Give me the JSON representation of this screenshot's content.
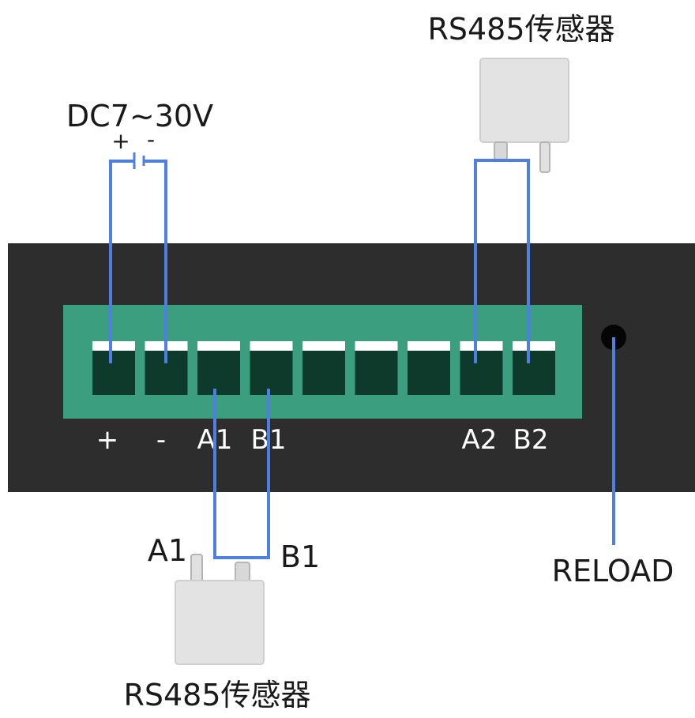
{
  "power": {
    "label": "DC7~30V",
    "plus": "+",
    "minus": "-"
  },
  "sensor_top": {
    "label": "RS485传感器"
  },
  "sensor_bottom": {
    "label": "RS485传感器",
    "pin_a": "A1",
    "pin_b": "B1"
  },
  "terminals": {
    "labels": [
      "+",
      "-",
      "A1",
      "B1",
      "",
      "",
      "",
      "A2",
      "B2"
    ]
  },
  "reload": {
    "label": "RELOAD"
  },
  "colors": {
    "panel": "#2d2d2d",
    "terminal_block": "#3a9e7f",
    "terminal_slot": "#0e3a2c",
    "wire": "#4f7fe0",
    "sensor_body": "#e3e3e3"
  }
}
